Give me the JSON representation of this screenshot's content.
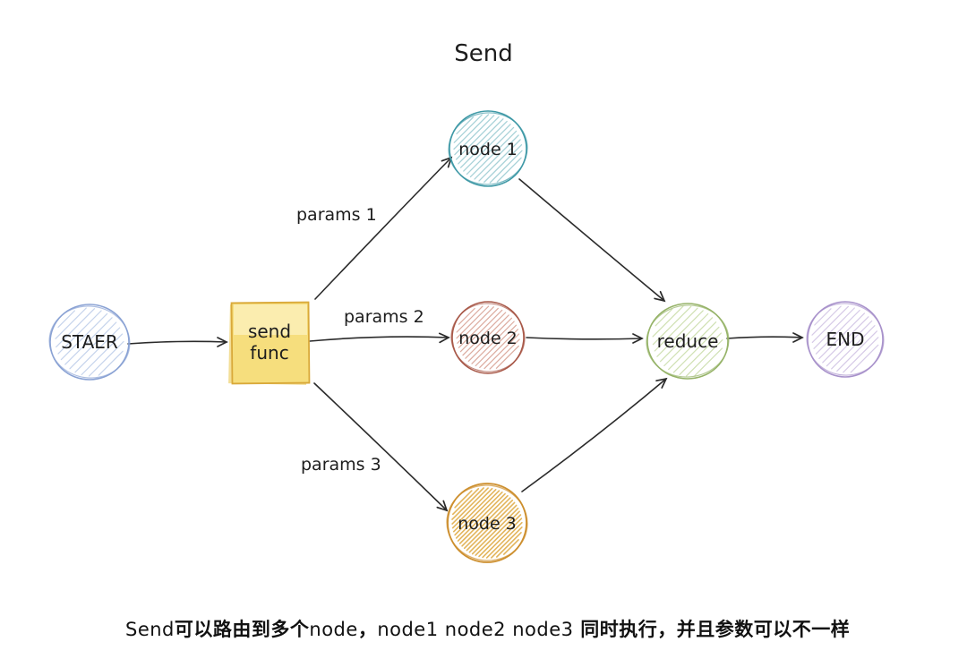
{
  "title": "Send",
  "diagram": {
    "arrow_color": "#2b2b2b",
    "text_color": "#1d1d1d",
    "nodes": {
      "staer": {
        "label": "STAER",
        "shape": "ellipse",
        "stroke": "#8aa2d4",
        "hatch": "#c5d3ec"
      },
      "send_func": {
        "line1": "send",
        "line2": "func",
        "label": "send func",
        "shape": "rectangle",
        "stroke": "#d9a93a",
        "fill": "#f6de7d"
      },
      "node1": {
        "label": "node 1",
        "shape": "ellipse",
        "stroke": "#3f99a6",
        "hatch": "#a8d2d8"
      },
      "node2": {
        "label": "node 2",
        "shape": "ellipse",
        "stroke": "#a85848",
        "hatch": "#dcab9f"
      },
      "node3": {
        "label": "node 3",
        "shape": "ellipse",
        "stroke": "#cd8f2e",
        "hatch": "#e3b55c"
      },
      "reduce": {
        "label": "reduce",
        "shape": "ellipse",
        "stroke": "#96b368",
        "hatch": "#cfe0b2"
      },
      "end": {
        "label": "END",
        "shape": "ellipse",
        "stroke": "#a892cb",
        "hatch": "#d6cae7"
      }
    },
    "edges": [
      {
        "from": "staer",
        "to": "send_func",
        "label": ""
      },
      {
        "from": "send_func",
        "to": "node1",
        "label": "params 1"
      },
      {
        "from": "send_func",
        "to": "node2",
        "label": "params 2"
      },
      {
        "from": "send_func",
        "to": "node3",
        "label": "params 3"
      },
      {
        "from": "node1",
        "to": "reduce",
        "label": ""
      },
      {
        "from": "node2",
        "to": "reduce",
        "label": ""
      },
      {
        "from": "node3",
        "to": "reduce",
        "label": ""
      },
      {
        "from": "reduce",
        "to": "end",
        "label": ""
      }
    ]
  },
  "caption": {
    "full_text": "Send可以路由到多个node，node1 node2 node3 同时执行，并且参数可以不一样",
    "segments": [
      {
        "text": "Send"
      },
      {
        "text": "可以路由到多个"
      },
      {
        "text": "node"
      },
      {
        "text": "，"
      },
      {
        "text": "node1 node2 node3"
      },
      {
        "text": " 同时执行，并且参数可以不一样"
      }
    ]
  }
}
